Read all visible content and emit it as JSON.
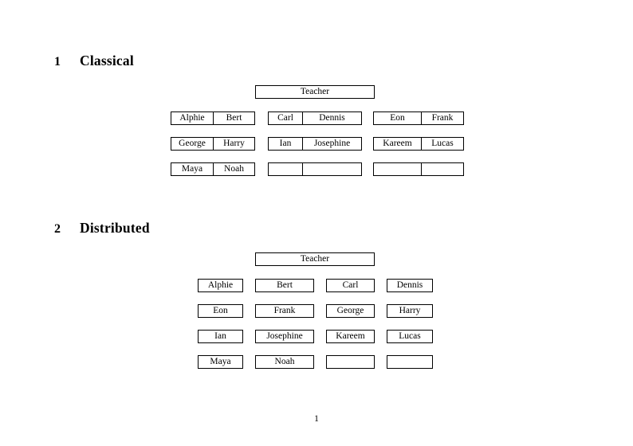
{
  "page": {
    "number": "1",
    "background": "#ffffff",
    "ink": "#000000"
  },
  "sections": [
    {
      "number": "1",
      "title": "Classical",
      "teacher": {
        "label": "Teacher"
      },
      "layout": "grouped-two-column",
      "groups": [
        {
          "rows": [
            [
              "Alphie",
              "Bert"
            ],
            [
              "George",
              "Harry"
            ],
            [
              "Maya",
              "Noah"
            ]
          ]
        },
        {
          "rows": [
            [
              "Carl",
              "Dennis"
            ],
            [
              "Ian",
              "Josephine"
            ],
            [
              "",
              ""
            ]
          ]
        },
        {
          "rows": [
            [
              "Eon",
              "Frank"
            ],
            [
              "Kareem",
              "Lucas"
            ],
            [
              "",
              ""
            ]
          ]
        }
      ]
    },
    {
      "number": "2",
      "title": "Distributed",
      "teacher": {
        "label": "Teacher"
      },
      "layout": "four-column-boxes",
      "rows": [
        [
          "Alphie",
          "Bert",
          "Carl",
          "Dennis"
        ],
        [
          "Eon",
          "Frank",
          "George",
          "Harry"
        ],
        [
          "Ian",
          "Josephine",
          "Kareem",
          "Lucas"
        ],
        [
          "Maya",
          "Noah",
          "",
          ""
        ]
      ]
    }
  ]
}
